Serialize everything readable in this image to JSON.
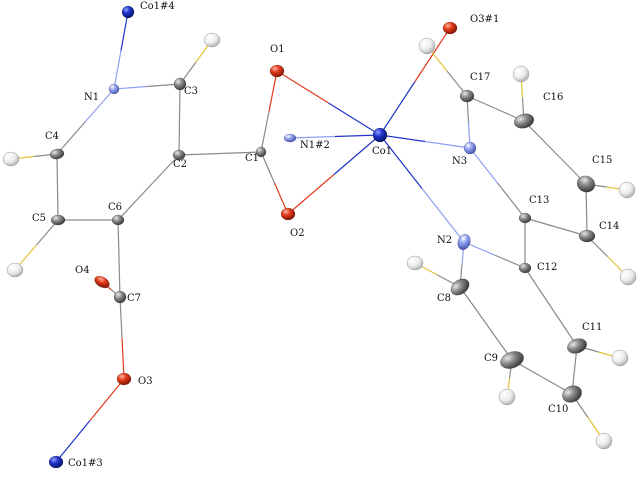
{
  "figure": {
    "atoms": [
      {
        "id": "Co1_4",
        "label": "Co1#4",
        "element": "Co"
      },
      {
        "id": "N1",
        "label": "N1",
        "element": "N"
      },
      {
        "id": "H3",
        "label": "",
        "element": "H"
      },
      {
        "id": "C3",
        "label": "C3",
        "element": "C"
      },
      {
        "id": "O1",
        "label": "O1",
        "element": "O"
      },
      {
        "id": "C4",
        "label": "C4",
        "element": "C"
      },
      {
        "id": "H4",
        "label": "",
        "element": "H"
      },
      {
        "id": "C2",
        "label": "C2",
        "element": "C"
      },
      {
        "id": "C1",
        "label": "C1",
        "element": "C"
      },
      {
        "id": "N1_2",
        "label": "N1#2",
        "element": "N"
      },
      {
        "id": "Co1",
        "label": "Co1",
        "element": "Co"
      },
      {
        "id": "C5",
        "label": "C5",
        "element": "C"
      },
      {
        "id": "C6",
        "label": "C6",
        "element": "C"
      },
      {
        "id": "H5",
        "label": "",
        "element": "H"
      },
      {
        "id": "O2",
        "label": "O2",
        "element": "O"
      },
      {
        "id": "O4",
        "label": "O4",
        "element": "O"
      },
      {
        "id": "C7",
        "label": "C7",
        "element": "C"
      },
      {
        "id": "O3",
        "label": "O3",
        "element": "O"
      },
      {
        "id": "Co1_3",
        "label": "Co1#3",
        "element": "Co"
      },
      {
        "id": "O3_1",
        "label": "O3#1",
        "element": "O"
      },
      {
        "id": "H17",
        "label": "",
        "element": "H"
      },
      {
        "id": "C17",
        "label": "C17",
        "element": "C"
      },
      {
        "id": "H16",
        "label": "",
        "element": "H"
      },
      {
        "id": "C16",
        "label": "C16",
        "element": "C"
      },
      {
        "id": "N3",
        "label": "N3",
        "element": "N"
      },
      {
        "id": "C15",
        "label": "C15",
        "element": "C"
      },
      {
        "id": "H15",
        "label": "",
        "element": "H"
      },
      {
        "id": "C13",
        "label": "C13",
        "element": "C"
      },
      {
        "id": "C14",
        "label": "C14",
        "element": "C"
      },
      {
        "id": "H14",
        "label": "",
        "element": "H"
      },
      {
        "id": "N2",
        "label": "N2",
        "element": "N"
      },
      {
        "id": "C12",
        "label": "C12",
        "element": "C"
      },
      {
        "id": "H8",
        "label": "",
        "element": "H"
      },
      {
        "id": "C8",
        "label": "C8",
        "element": "C"
      },
      {
        "id": "C11",
        "label": "C11",
        "element": "C"
      },
      {
        "id": "H11",
        "label": "",
        "element": "H"
      },
      {
        "id": "C9",
        "label": "C9",
        "element": "C"
      },
      {
        "id": "H9",
        "label": "",
        "element": "H"
      },
      {
        "id": "C10",
        "label": "C10",
        "element": "C"
      },
      {
        "id": "H10",
        "label": "",
        "element": "H"
      }
    ],
    "bonds": [
      {
        "a": "Co1_4",
        "b": "N1"
      },
      {
        "a": "N1",
        "b": "C3"
      },
      {
        "a": "N1",
        "b": "C4"
      },
      {
        "a": "C3",
        "b": "H3"
      },
      {
        "a": "C3",
        "b": "C2"
      },
      {
        "a": "C4",
        "b": "H4"
      },
      {
        "a": "C4",
        "b": "C5"
      },
      {
        "a": "C5",
        "b": "H5"
      },
      {
        "a": "C5",
        "b": "C6"
      },
      {
        "a": "C6",
        "b": "C2"
      },
      {
        "a": "C2",
        "b": "C1"
      },
      {
        "a": "C1",
        "b": "O1"
      },
      {
        "a": "C1",
        "b": "O2"
      },
      {
        "a": "O1",
        "b": "Co1"
      },
      {
        "a": "O2",
        "b": "Co1"
      },
      {
        "a": "N1_2",
        "b": "Co1"
      },
      {
        "a": "C6",
        "b": "C7"
      },
      {
        "a": "C7",
        "b": "O4"
      },
      {
        "a": "C7",
        "b": "O3"
      },
      {
        "a": "O3",
        "b": "Co1_3"
      },
      {
        "a": "Co1",
        "b": "O3_1"
      },
      {
        "a": "Co1",
        "b": "N3"
      },
      {
        "a": "Co1",
        "b": "N2"
      },
      {
        "a": "H17",
        "b": "C17"
      },
      {
        "a": "C17",
        "b": "N3"
      },
      {
        "a": "C17",
        "b": "C16"
      },
      {
        "a": "C16",
        "b": "H16"
      },
      {
        "a": "C16",
        "b": "C15"
      },
      {
        "a": "C15",
        "b": "H15"
      },
      {
        "a": "C15",
        "b": "C14"
      },
      {
        "a": "C14",
        "b": "H14"
      },
      {
        "a": "C14",
        "b": "C13"
      },
      {
        "a": "C13",
        "b": "N3"
      },
      {
        "a": "C13",
        "b": "C12"
      },
      {
        "a": "C12",
        "b": "N2"
      },
      {
        "a": "N2",
        "b": "C8"
      },
      {
        "a": "C8",
        "b": "H8"
      },
      {
        "a": "C8",
        "b": "C9"
      },
      {
        "a": "C9",
        "b": "H9"
      },
      {
        "a": "C9",
        "b": "C10"
      },
      {
        "a": "C10",
        "b": "H10"
      },
      {
        "a": "C10",
        "b": "C11"
      },
      {
        "a": "C11",
        "b": "H11"
      },
      {
        "a": "C11",
        "b": "C12"
      }
    ],
    "colors": {
      "Co": "#1f33c8",
      "N": "#8f9ff0",
      "O": "#e23a1c",
      "C": "#8a8a8a",
      "H": "#e6e6e6",
      "H_bond": "#e0c33a"
    }
  }
}
